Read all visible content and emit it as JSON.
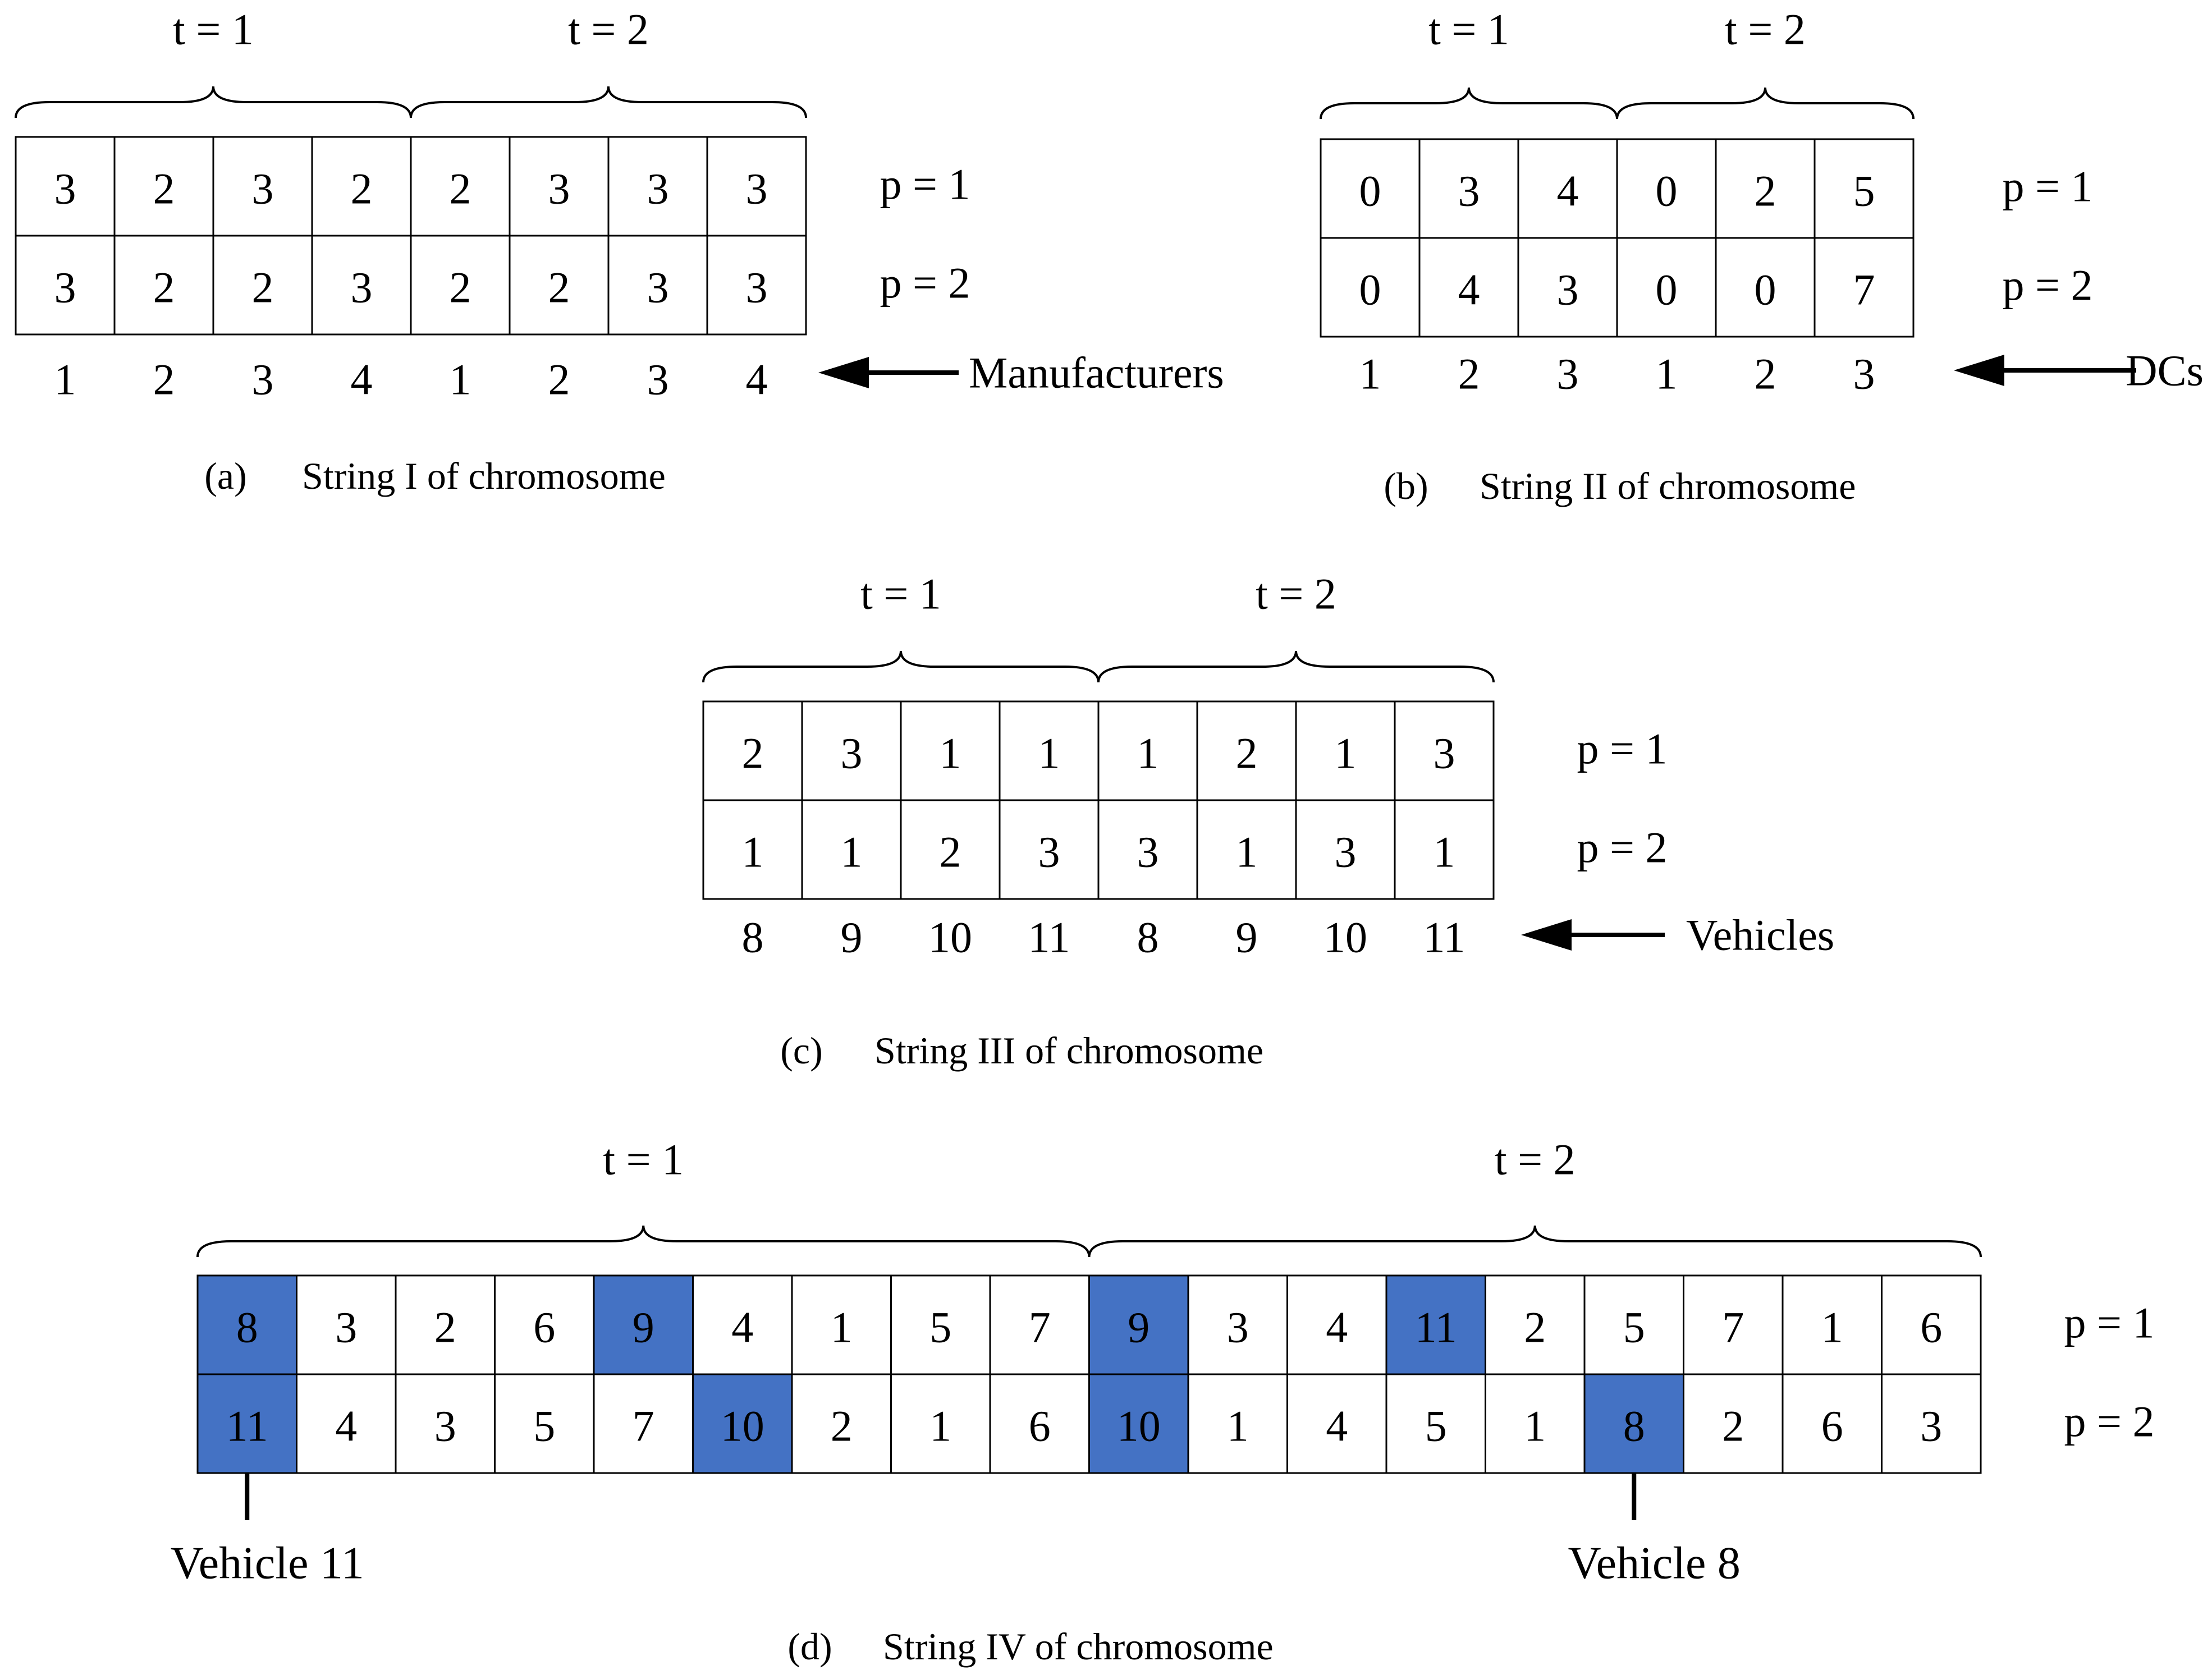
{
  "colors": {
    "highlight": "#4472c4",
    "line": "#000000",
    "background": "#ffffff"
  },
  "diagrams": [
    {
      "id": "a",
      "caption_letter": "(a)",
      "caption_text": "String I of chromosome",
      "periods": [
        "t = 1",
        "t = 2"
      ],
      "rows": [
        {
          "label": "p = 1",
          "cells": [
            "3",
            "2",
            "3",
            "2",
            "2",
            "3",
            "3",
            "3"
          ]
        },
        {
          "label": "p = 2",
          "cells": [
            "3",
            "2",
            "2",
            "3",
            "2",
            "2",
            "3",
            "3"
          ]
        }
      ],
      "indices": [
        "1",
        "2",
        "3",
        "4",
        "1",
        "2",
        "3",
        "4"
      ],
      "arrow_label": "Manufacturers"
    },
    {
      "id": "b",
      "caption_letter": "(b)",
      "caption_text": "String II of chromosome",
      "periods": [
        "t = 1",
        "t = 2"
      ],
      "rows": [
        {
          "label": "p = 1",
          "cells": [
            "0",
            "3",
            "4",
            "0",
            "2",
            "5"
          ]
        },
        {
          "label": "p = 2",
          "cells": [
            "0",
            "4",
            "3",
            "0",
            "0",
            "7"
          ]
        }
      ],
      "indices": [
        "1",
        "2",
        "3",
        "1",
        "2",
        "3"
      ],
      "arrow_label": "DCs"
    },
    {
      "id": "c",
      "caption_letter": "(c)",
      "caption_text": "String III of chromosome",
      "periods": [
        "t = 1",
        "t = 2"
      ],
      "rows": [
        {
          "label": "p = 1",
          "cells": [
            "2",
            "3",
            "1",
            "1",
            "1",
            "2",
            "1",
            "3"
          ]
        },
        {
          "label": "p = 2",
          "cells": [
            "1",
            "1",
            "2",
            "3",
            "3",
            "1",
            "3",
            "1"
          ]
        }
      ],
      "indices": [
        "8",
        "9",
        "10",
        "11",
        "8",
        "9",
        "10",
        "11"
      ],
      "arrow_label": "Vehicles"
    },
    {
      "id": "d",
      "caption_letter": "(d)",
      "caption_text": "String IV of chromosome",
      "periods": [
        "t = 1",
        "t = 2"
      ],
      "rows": [
        {
          "label": "p = 1",
          "cells": [
            "8",
            "3",
            "2",
            "6",
            "9",
            "4",
            "1",
            "5",
            "7",
            "9",
            "3",
            "4",
            "11",
            "2",
            "5",
            "7",
            "1",
            "6"
          ],
          "highlight": [
            0,
            4,
            9,
            12
          ]
        },
        {
          "label": "p = 2",
          "cells": [
            "11",
            "4",
            "3",
            "5",
            "7",
            "10",
            "2",
            "1",
            "6",
            "10",
            "1",
            "4",
            "5",
            "1",
            "8",
            "2",
            "6",
            "3"
          ],
          "highlight": [
            0,
            5,
            9,
            14
          ]
        }
      ],
      "callouts": [
        {
          "label": "Vehicle 11",
          "row": 1,
          "col": 0
        },
        {
          "label": "Vehicle 8",
          "row": 1,
          "col": 14
        }
      ]
    }
  ]
}
